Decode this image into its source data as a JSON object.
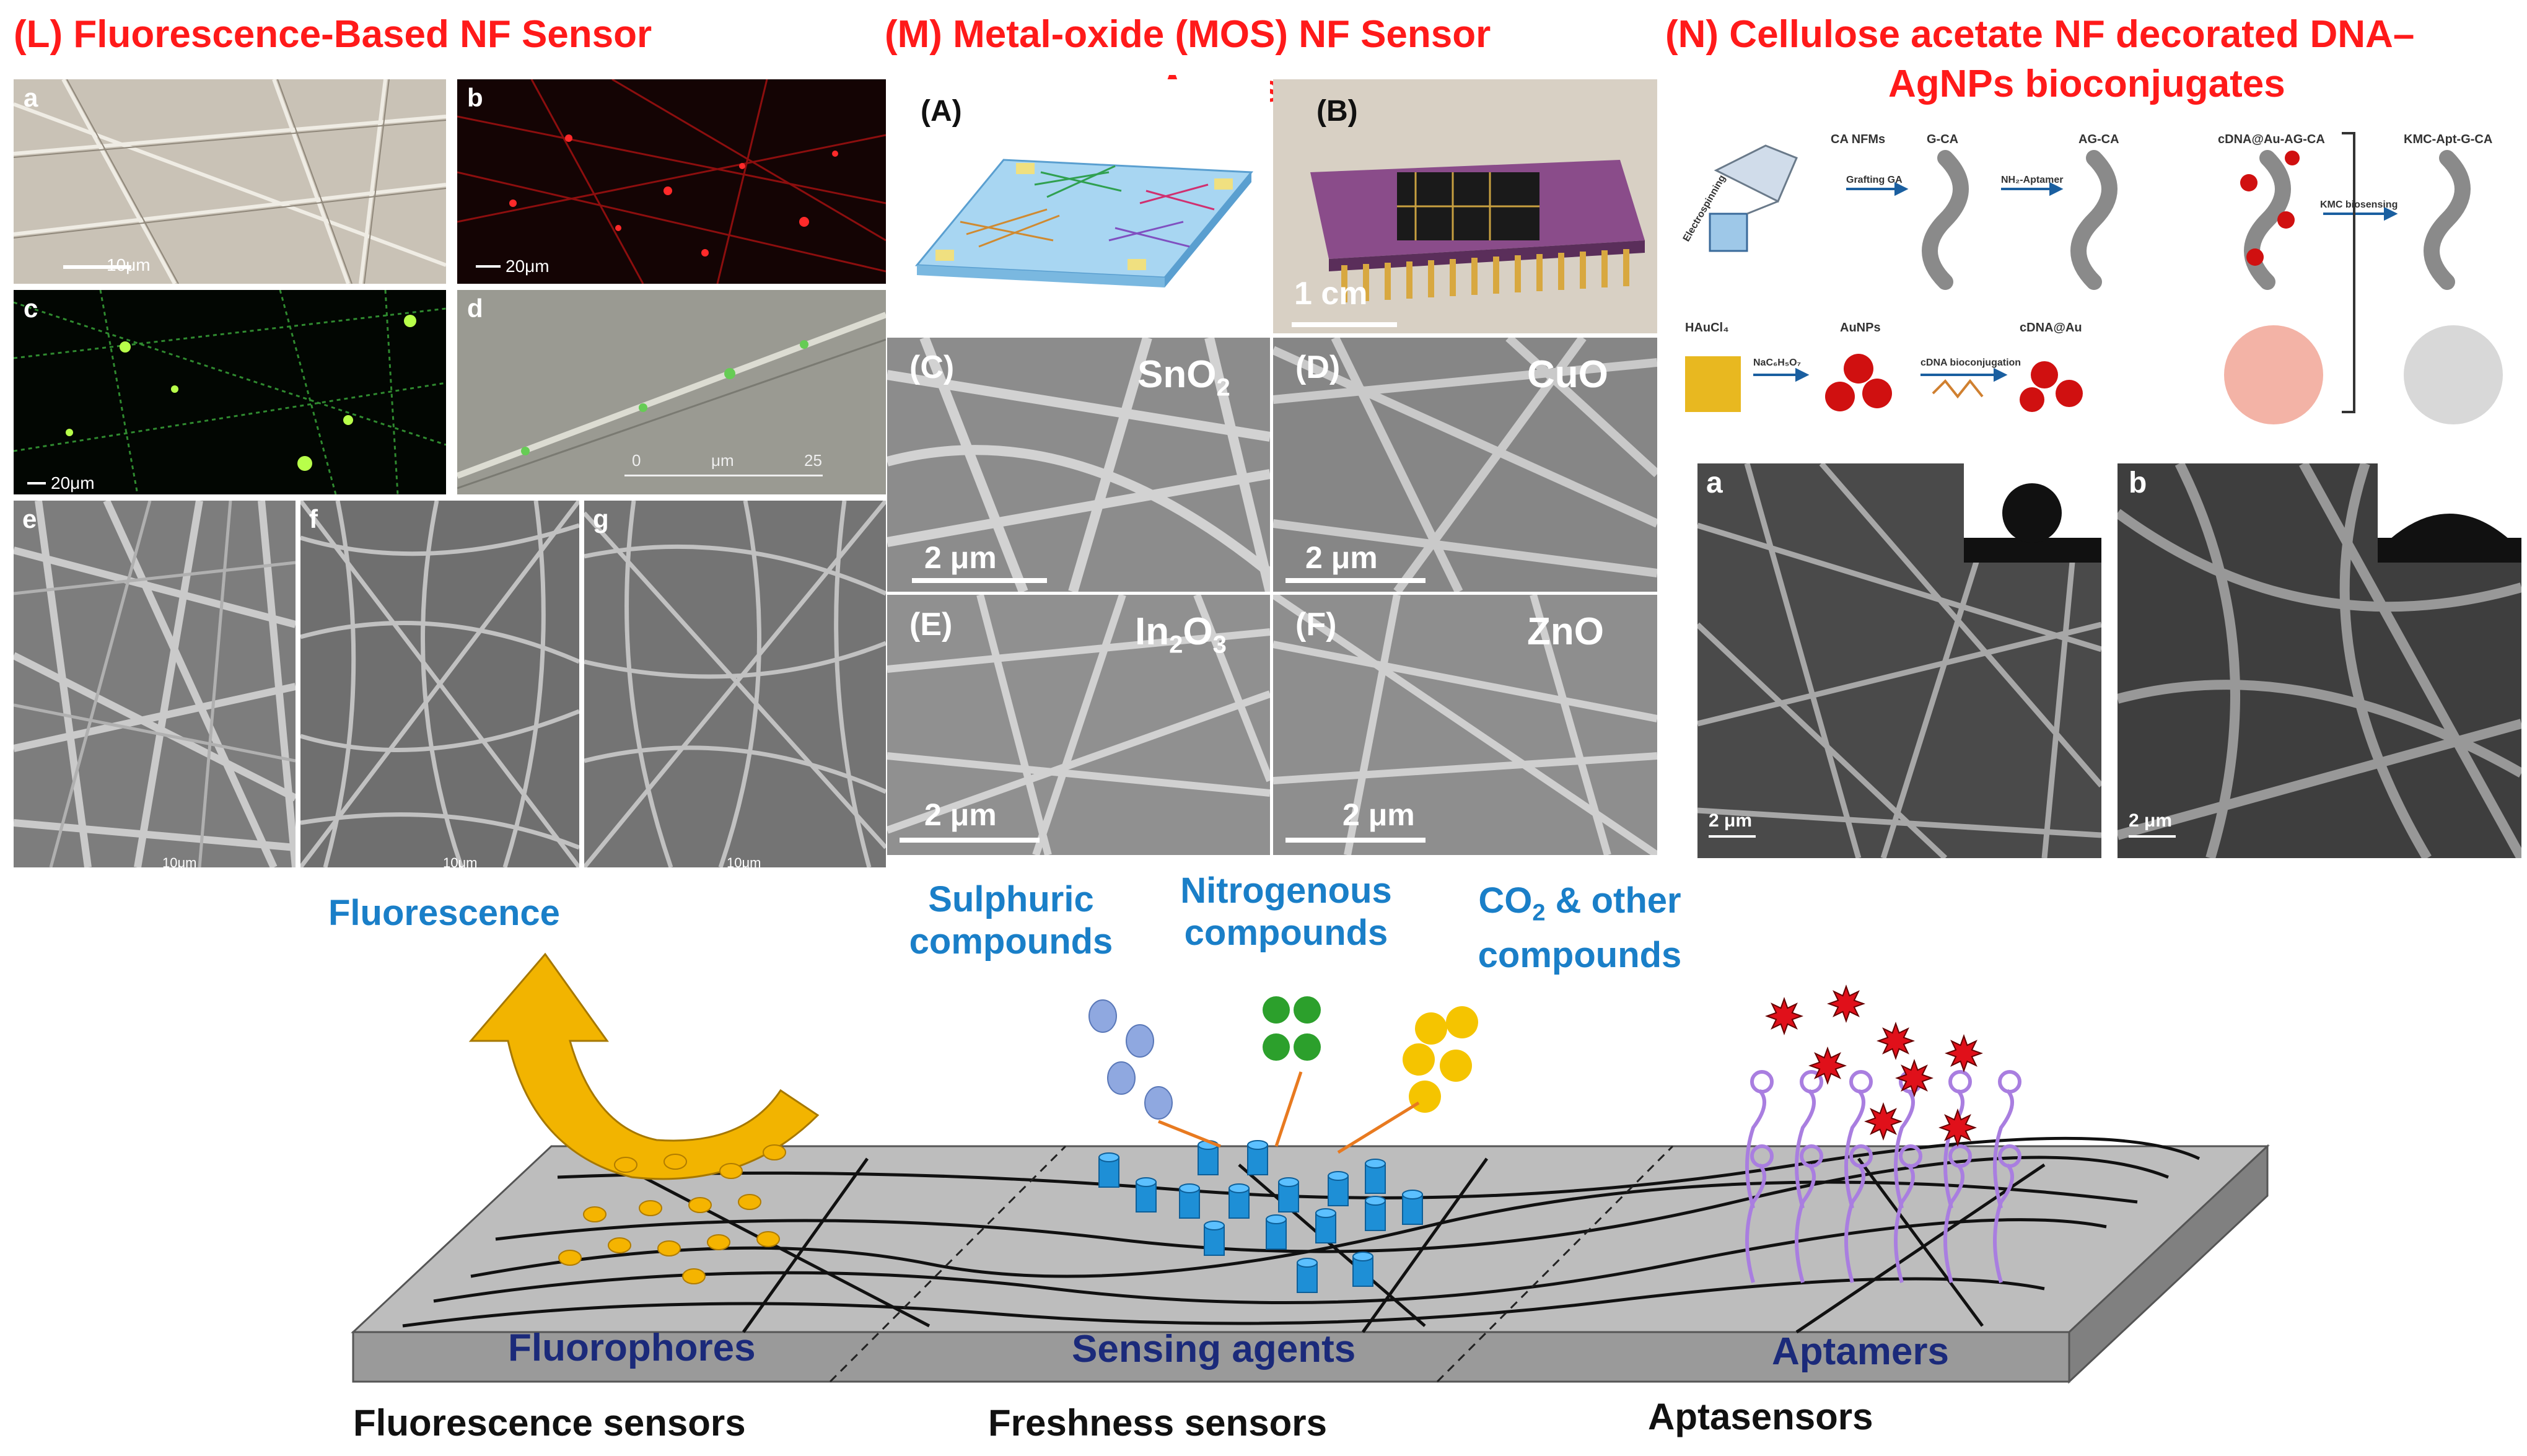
{
  "titles": {
    "L": "(L) Fluorescence-Based NF Sensor",
    "M_line1": "(M) Metal-oxide (MOS) NF Sensor",
    "M_line2": "Arrays",
    "N_line1": "(N) Cellulose acetate NF decorated DNA–",
    "N_line2": "AgNPs bioconjugates"
  },
  "panel_L": {
    "subpanels": [
      "a",
      "b",
      "c",
      "d",
      "e",
      "f",
      "g"
    ],
    "scales": {
      "a": "10μm",
      "b": "20μm",
      "c": "20μm",
      "d_start": "0",
      "d_unit": "μm",
      "d_end": "25",
      "e": "10μm",
      "f": "10μm",
      "g": "10μm"
    }
  },
  "panel_M": {
    "labels": [
      "(A)",
      "(B)",
      "(C)",
      "(D)",
      "(E)",
      "(F)"
    ],
    "chip_scale": "1 cm",
    "materials": {
      "C_base": "SnO",
      "C_sub": "2",
      "D": "CuO",
      "E_base1": "In",
      "E_sub1": "2",
      "E_base2": "O",
      "E_sub2": "3",
      "F": "ZnO"
    },
    "sem_scale": "2 μm"
  },
  "panel_N": {
    "scheme": {
      "ca_nfms": "CA NFMs",
      "electrospinning": "Electrospinning",
      "grafting": "Grafting GA",
      "g_ca": "G-CA",
      "nh2_aptamer": "NH₂-Aptamer",
      "ag_ca": "AG-CA",
      "cdna_au_ag_ca": "cDNA@Au-AG-CA",
      "kmc_biosensing": "KMC biosensing",
      "kmc_apt_g_ca": "KMC-Apt-G-CA",
      "haucl4": "HAuCl₄",
      "nac": "NaC₆H₅O₇",
      "aunps": "AuNPs",
      "cdna_bioconjugation": "cDNA bioconjugation",
      "cdna_au": "cDNA@Au"
    },
    "sem_labels": [
      "a",
      "b"
    ],
    "sem_scale": "2 μm"
  },
  "legend_labels": {
    "fluorescence": "Fluorescence",
    "sulphuric_1": "Sulphuric",
    "sulphuric_2": "compounds",
    "nitrogenous_1": "Nitrogenous",
    "nitrogenous_2": "compounds",
    "co2_base": "CO",
    "co2_sub": "2",
    "co2_rest": " & other",
    "co2_2": "compounds"
  },
  "slab_labels": {
    "fluorophores": "Fluorophores",
    "sensing_agents": "Sensing agents",
    "aptamers": "Aptamers"
  },
  "bottom_labels": {
    "fluorescence_sensors": "Fluorescence sensors",
    "freshness_sensors": "Freshness sensors",
    "aptasensors": "Aptasensors"
  },
  "colors": {
    "title_red": "#ff1a1a",
    "label_blue": "#1a7fc8",
    "slab_text": "#1b2a7a",
    "fluorophore": "#f5b400",
    "sensing_cylinder": "#1e8fd6",
    "aptamer": "#a97ee0",
    "target_red": "#e0101a",
    "dot_blue": "#8fa8e0",
    "dot_green": "#2ca02c",
    "dot_yellow": "#f5c400"
  }
}
